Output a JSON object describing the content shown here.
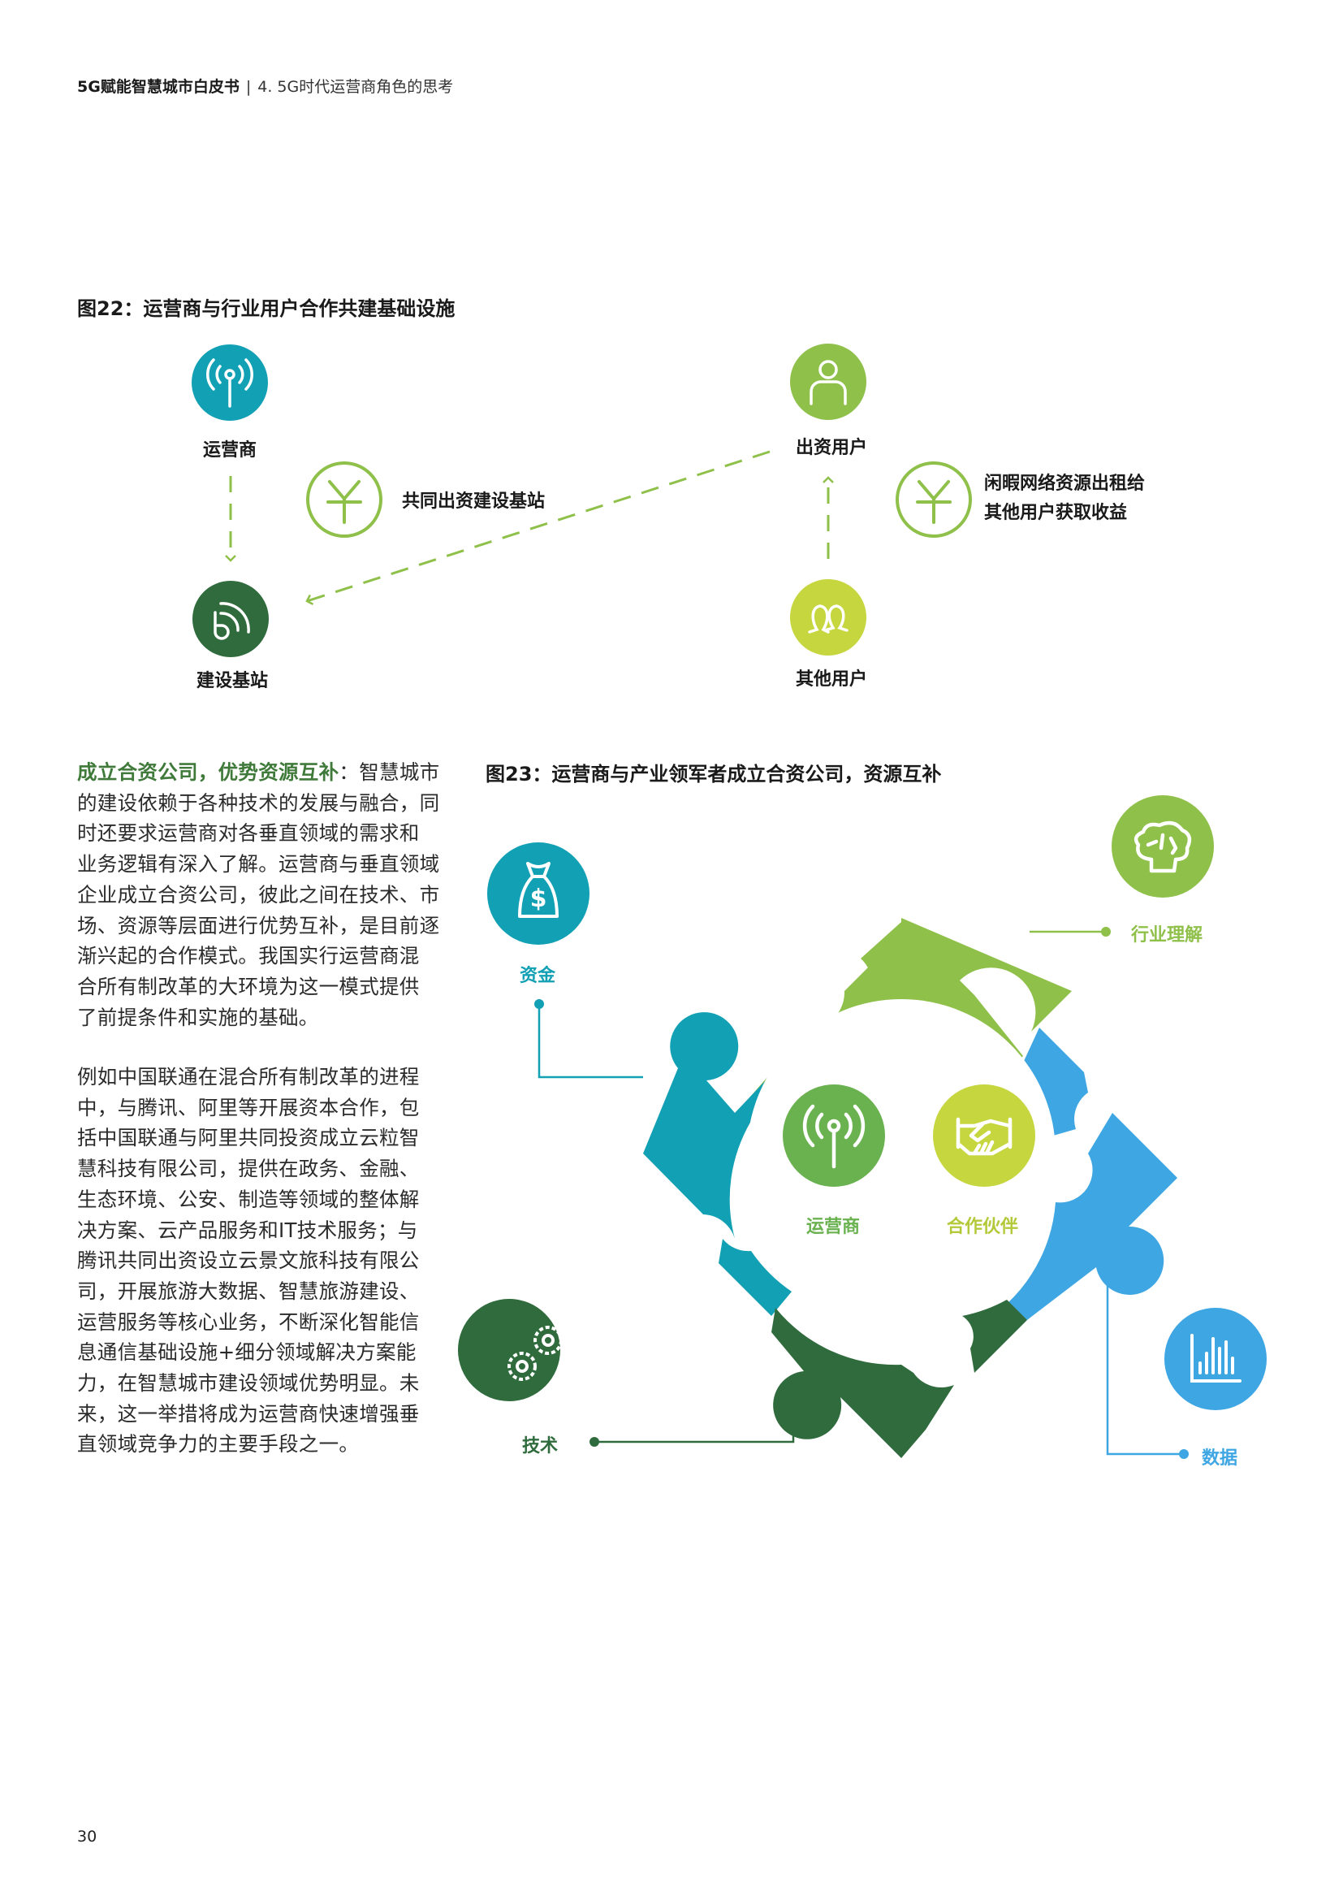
{
  "header": {
    "title": "5G赋能智慧城市白皮书",
    "separator": "|",
    "section": "4. 5G时代运营商角色的思考"
  },
  "figure22": {
    "title": "图22：运营商与行业用户合作共建基础设施",
    "nodes": {
      "operator": {
        "label": "运营商",
        "icon": "antenna-icon",
        "color": "#12a0b4"
      },
      "base_station": {
        "label": "建设基站",
        "icon": "signal-icon",
        "color": "#2f6b3c"
      },
      "investor_user": {
        "label": "出资用户",
        "icon": "user-icon",
        "color": "#8fc04a"
      },
      "other_user": {
        "label": "其他用户",
        "icon": "users-icon",
        "color": "#c6d63f"
      }
    },
    "notes": {
      "co_invest": "共同出资建设基站",
      "lease_line1": "闲暇网络资源出租给",
      "lease_line2": "其他用户获取收益"
    },
    "yuan_symbol": "¥",
    "arrow_color": "#8fc04a"
  },
  "body": {
    "para1_lead": "成立合资公司，优势资源互补",
    "para1_colon": "：",
    "para1_lines": [
      "智慧城市",
      "的建设依赖于各种技术的发展与融合，同",
      "时还要求运营商对各垂直领域的需求和",
      "业务逻辑有深入了解。运营商与垂直领域",
      "企业成立合资公司，彼此之间在技术、市",
      "场、资源等层面进行优势互补，是目前逐",
      "渐兴起的合作模式。我国实行运营商混",
      "合所有制改革的大环境为这一模式提供",
      "了前提条件和实施的基础。"
    ],
    "para2_lines": [
      "例如中国联通在混合所有制改革的进程",
      "中，与腾讯、阿里等开展资本合作，包",
      "括中国联通与阿里共同投资成立云粒智",
      "慧科技有限公司，提供在政务、金融、",
      "生态环境、公安、制造等领域的整体解",
      "决方案、云产品服务和IT技术服务；与",
      "腾讯共同出资设立云景文旅科技有限公",
      "司，开展旅游大数据、智慧旅游建设、",
      "运营服务等核心业务，不断深化智能信",
      "息通信基础设施+细分领域解决方案能",
      "力，在智慧城市建设领域优势明显。未",
      "来，这一举措将成为运营商快速增强垂",
      "直领域竞争力的主要手段之一。"
    ]
  },
  "figure23": {
    "title": "图23：运营商与产业领军者成立合资公司，资源互补",
    "center": {
      "operator": {
        "label": "运营商",
        "icon": "antenna-icon",
        "color": "#6ab150"
      },
      "partner": {
        "label": "合作伙伴",
        "icon": "handshake-icon",
        "color": "#c6d63f"
      }
    },
    "resources": {
      "capital": {
        "label": "资金",
        "icon": "money-bag-icon",
        "color": "#12a0b4"
      },
      "industry": {
        "label": "行业理解",
        "icon": "brain-icon",
        "color": "#8fc04a"
      },
      "technology": {
        "label": "技术",
        "icon": "gears-icon",
        "color": "#2f6b3c"
      },
      "data": {
        "label": "数据",
        "icon": "bar-chart-icon",
        "color": "#3ea6e3"
      }
    }
  },
  "footer": {
    "page_number": "30"
  }
}
